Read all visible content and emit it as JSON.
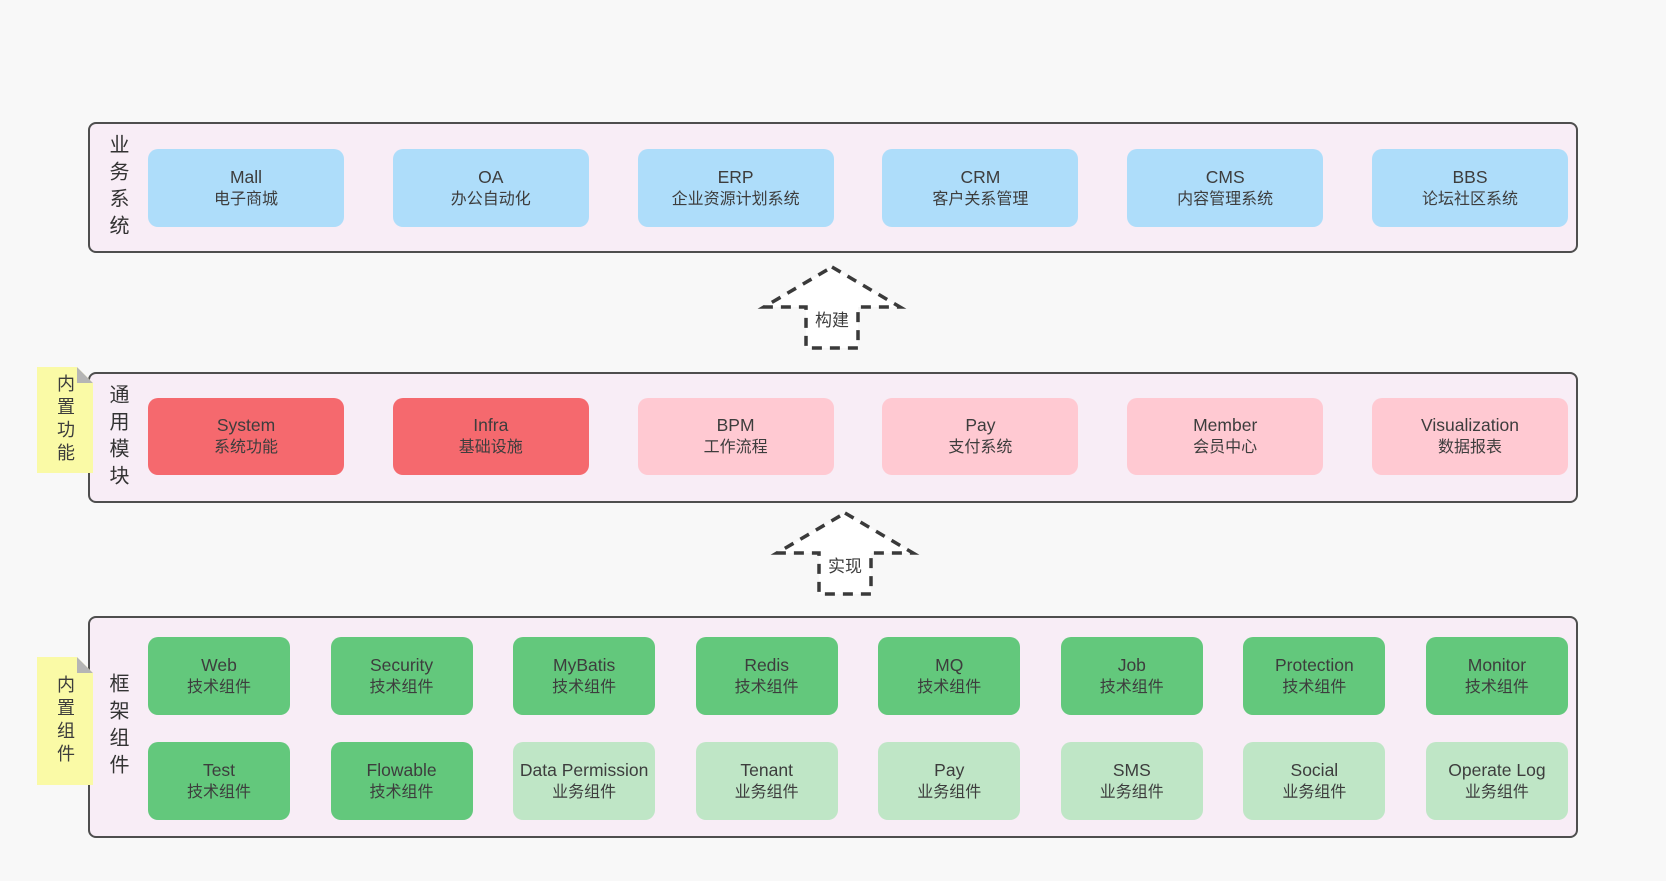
{
  "colors": {
    "page_bg": "#f8f8f8",
    "band_bg": "#f8edf6",
    "band_border": "#4e4e4e",
    "blue": "#aeddfa",
    "red": "#f5696e",
    "pink": "#ffc9d2",
    "green_dark": "#63c87c",
    "green_light": "#bfe6c6",
    "note_bg": "#fafaa6",
    "note_fold": "#b5b5b5",
    "text": "#3d3d3d"
  },
  "arrows": [
    {
      "label": "构建"
    },
    {
      "label": "实现"
    }
  ],
  "bands": [
    {
      "label": "业务系统",
      "boxes": [
        {
          "name": "Mall",
          "desc": "电子商城",
          "type": "blue"
        },
        {
          "name": "OA",
          "desc": "办公自动化",
          "type": "blue"
        },
        {
          "name": "ERP",
          "desc": "企业资源计划系统",
          "type": "blue"
        },
        {
          "name": "CRM",
          "desc": "客户关系管理",
          "type": "blue"
        },
        {
          "name": "CMS",
          "desc": "内容管理系统",
          "type": "blue"
        },
        {
          "name": "BBS",
          "desc": "论坛社区系统",
          "type": "blue"
        }
      ]
    },
    {
      "label": "通用模块",
      "note": "内置功能",
      "boxes": [
        {
          "name": "System",
          "desc": "系统功能",
          "type": "red"
        },
        {
          "name": "Infra",
          "desc": "基础设施",
          "type": "red"
        },
        {
          "name": "BPM",
          "desc": "工作流程",
          "type": "pink"
        },
        {
          "name": "Pay",
          "desc": "支付系统",
          "type": "pink"
        },
        {
          "name": "Member",
          "desc": "会员中心",
          "type": "pink"
        },
        {
          "name": "Visualization",
          "desc": "数据报表",
          "type": "pink"
        }
      ]
    },
    {
      "label": "框架组件",
      "note": "内置组件",
      "rows": [
        [
          {
            "name": "Web",
            "desc": "技术组件",
            "type": "green-dark"
          },
          {
            "name": "Security",
            "desc": "技术组件",
            "type": "green-dark"
          },
          {
            "name": "MyBatis",
            "desc": "技术组件",
            "type": "green-dark"
          },
          {
            "name": "Redis",
            "desc": "技术组件",
            "type": "green-dark"
          },
          {
            "name": "MQ",
            "desc": "技术组件",
            "type": "green-dark"
          },
          {
            "name": "Job",
            "desc": "技术组件",
            "type": "green-dark"
          },
          {
            "name": "Protection",
            "desc": "技术组件",
            "type": "green-dark"
          },
          {
            "name": "Monitor",
            "desc": "技术组件",
            "type": "green-dark"
          }
        ],
        [
          {
            "name": "Test",
            "desc": "技术组件",
            "type": "green-dark"
          },
          {
            "name": "Flowable",
            "desc": "技术组件",
            "type": "green-dark"
          },
          {
            "name": "Data Permission",
            "desc": "业务组件",
            "type": "green-light"
          },
          {
            "name": "Tenant",
            "desc": "业务组件",
            "type": "green-light"
          },
          {
            "name": "Pay",
            "desc": "业务组件",
            "type": "green-light"
          },
          {
            "name": "SMS",
            "desc": "业务组件",
            "type": "green-light"
          },
          {
            "name": "Social",
            "desc": "业务组件",
            "type": "green-light"
          },
          {
            "name": "Operate Log",
            "desc": "业务组件",
            "type": "green-light"
          }
        ]
      ]
    }
  ]
}
